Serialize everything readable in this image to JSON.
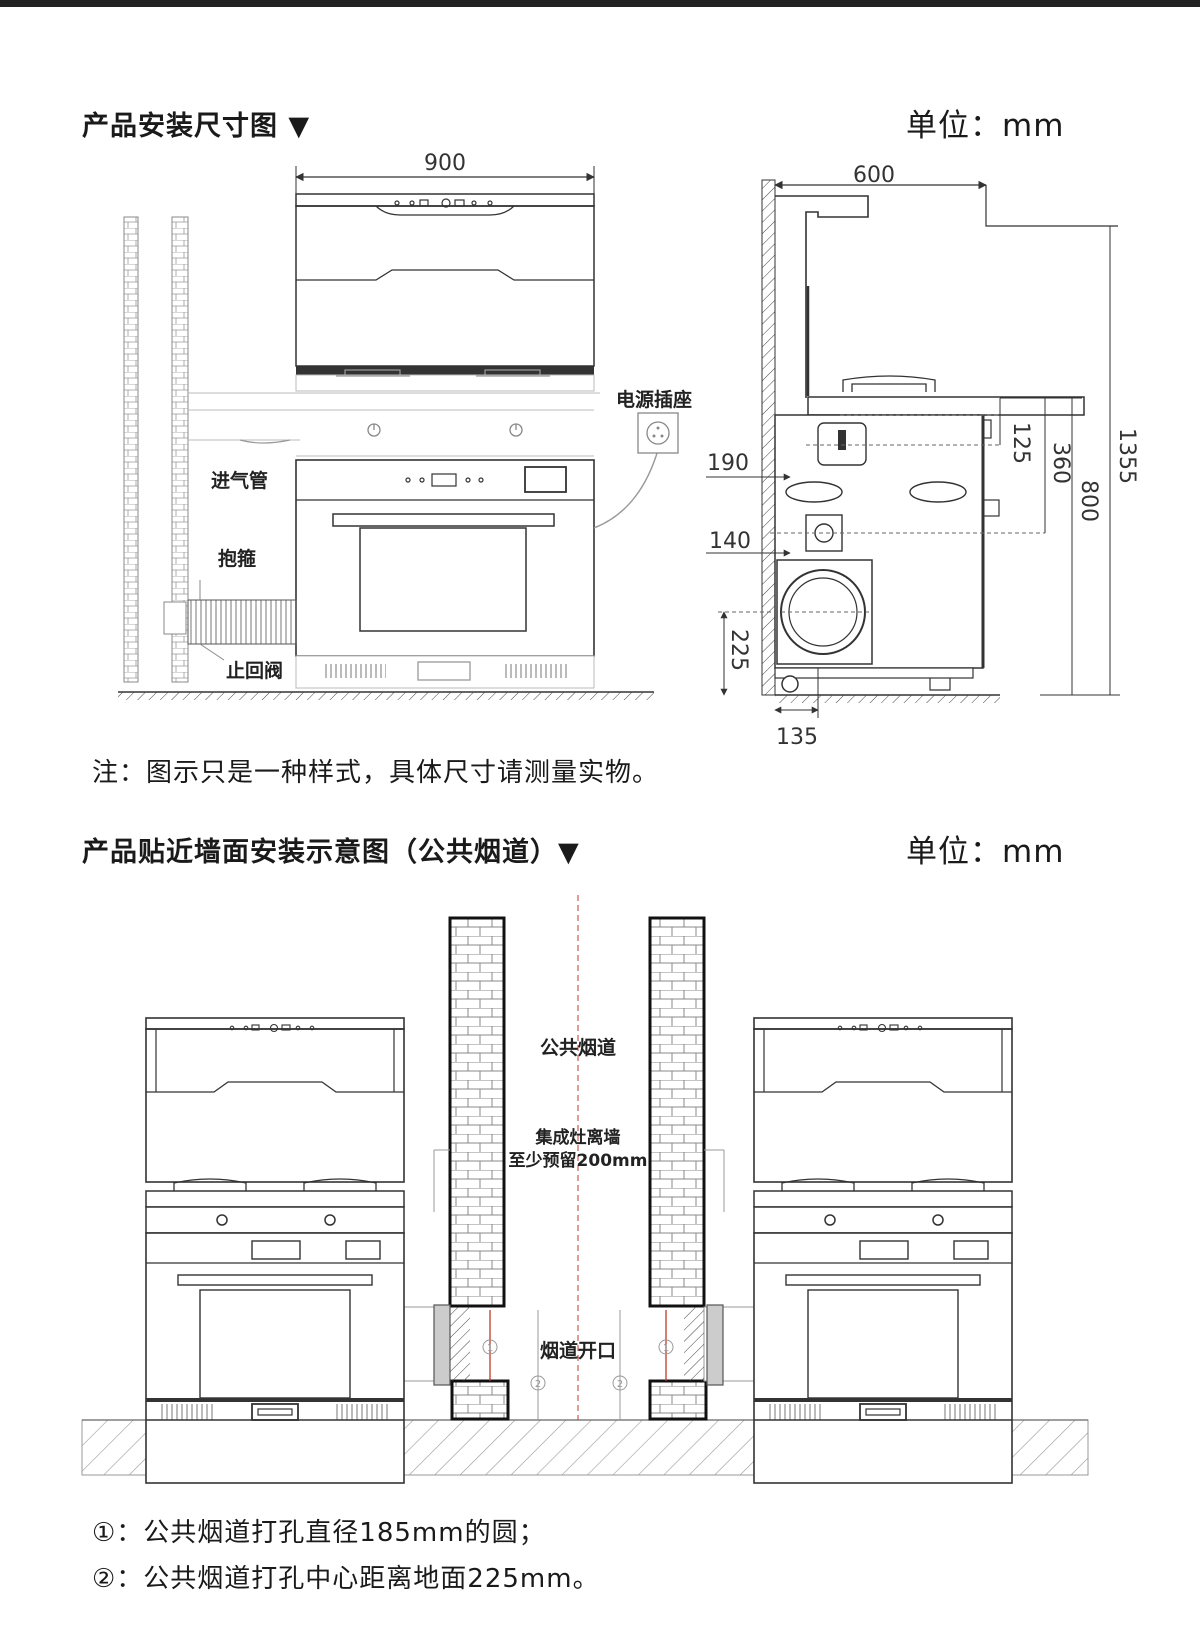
{
  "section1": {
    "title": "产品安装尺寸图 ▼",
    "unit": "单位：mm",
    "front_view": {
      "width_dim": "900",
      "labels": {
        "intake_pipe": "进气管",
        "clamp": "抱箍",
        "check_valve": "止回阀",
        "socket": "电源插座"
      }
    },
    "side_view": {
      "depth_dim": "600",
      "dims": [
        "125",
        "360",
        "800",
        "1355",
        "190",
        "140",
        "225",
        "135"
      ]
    },
    "note": "注：图示只是一种样式，具体尺寸请测量实物。"
  },
  "section2": {
    "title": "产品贴近墙面安装示意图（公共烟道）▼",
    "unit": "单位：mm",
    "labels": {
      "flue": "公共烟道",
      "gap_line1": "集成灶离墙",
      "gap_line2": "至少预留200mm",
      "opening": "烟道开口",
      "marker1": "1",
      "marker2": "2"
    },
    "notes": [
      "①：公共烟道打孔直径185mm的圆；",
      "②：公共烟道打孔中心距离地面225mm。"
    ]
  },
  "colors": {
    "line": "#333333",
    "center_line": "#c0392b",
    "heading": "#1a1a1a"
  }
}
